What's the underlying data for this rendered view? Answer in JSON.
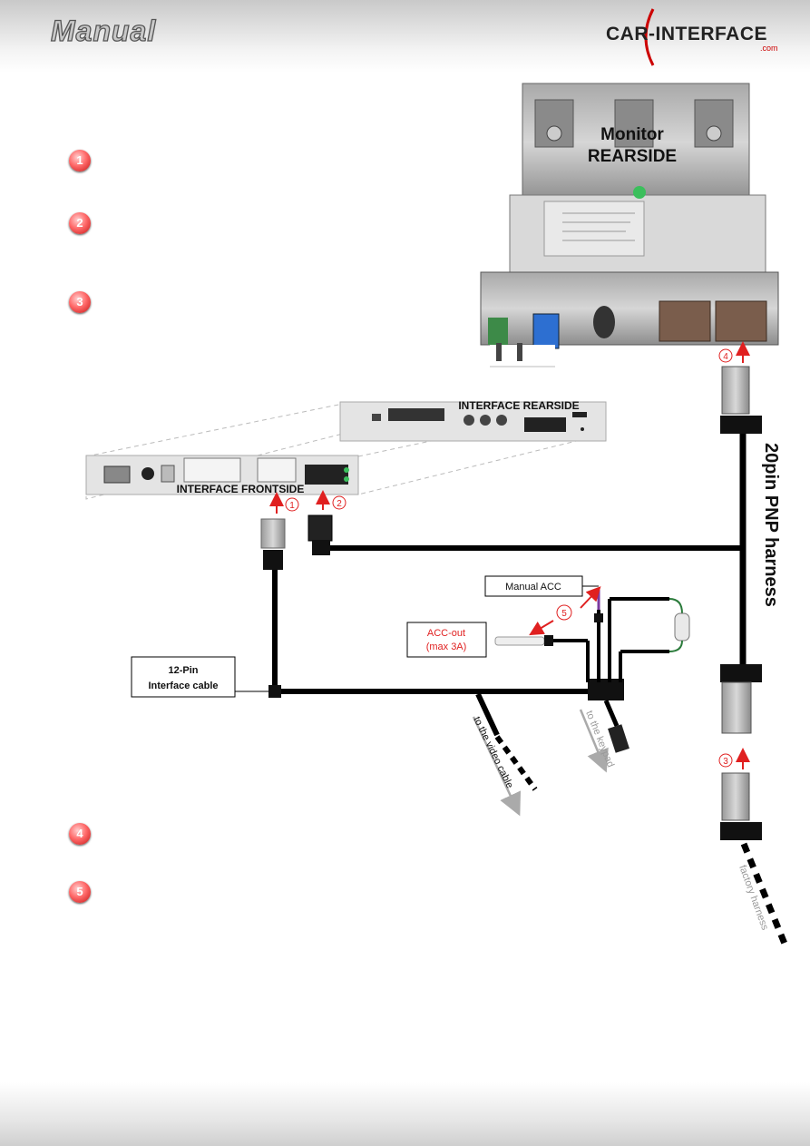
{
  "header": {
    "title": "Manual",
    "logo": "CAR-INTERFACE",
    "logo_sub": ".com"
  },
  "steps": [
    "1",
    "2",
    "3",
    "4",
    "5"
  ],
  "monitor": {
    "label_line1": "Monitor",
    "label_line2": "REARSIDE"
  },
  "interface": {
    "rearside_label": "INTERFACE REARSIDE",
    "frontside_label": "INTERFACE  FRONTSIDE"
  },
  "callouts": {
    "manual_acc": "Manual ACC",
    "acc_out_line1": "ACC-out",
    "acc_out_line2": "(max 3A)",
    "cable_line1": "12-Pin",
    "cable_line2": "Interface cable"
  },
  "cable_labels": {
    "harness": "20pin PNP harness",
    "video": "to the video cable",
    "keypad": "to the keypad",
    "factory": "factory harness"
  },
  "colors": {
    "accent_red": "#e02020",
    "wire": "#000000",
    "step_badge": "#d42a2a"
  }
}
